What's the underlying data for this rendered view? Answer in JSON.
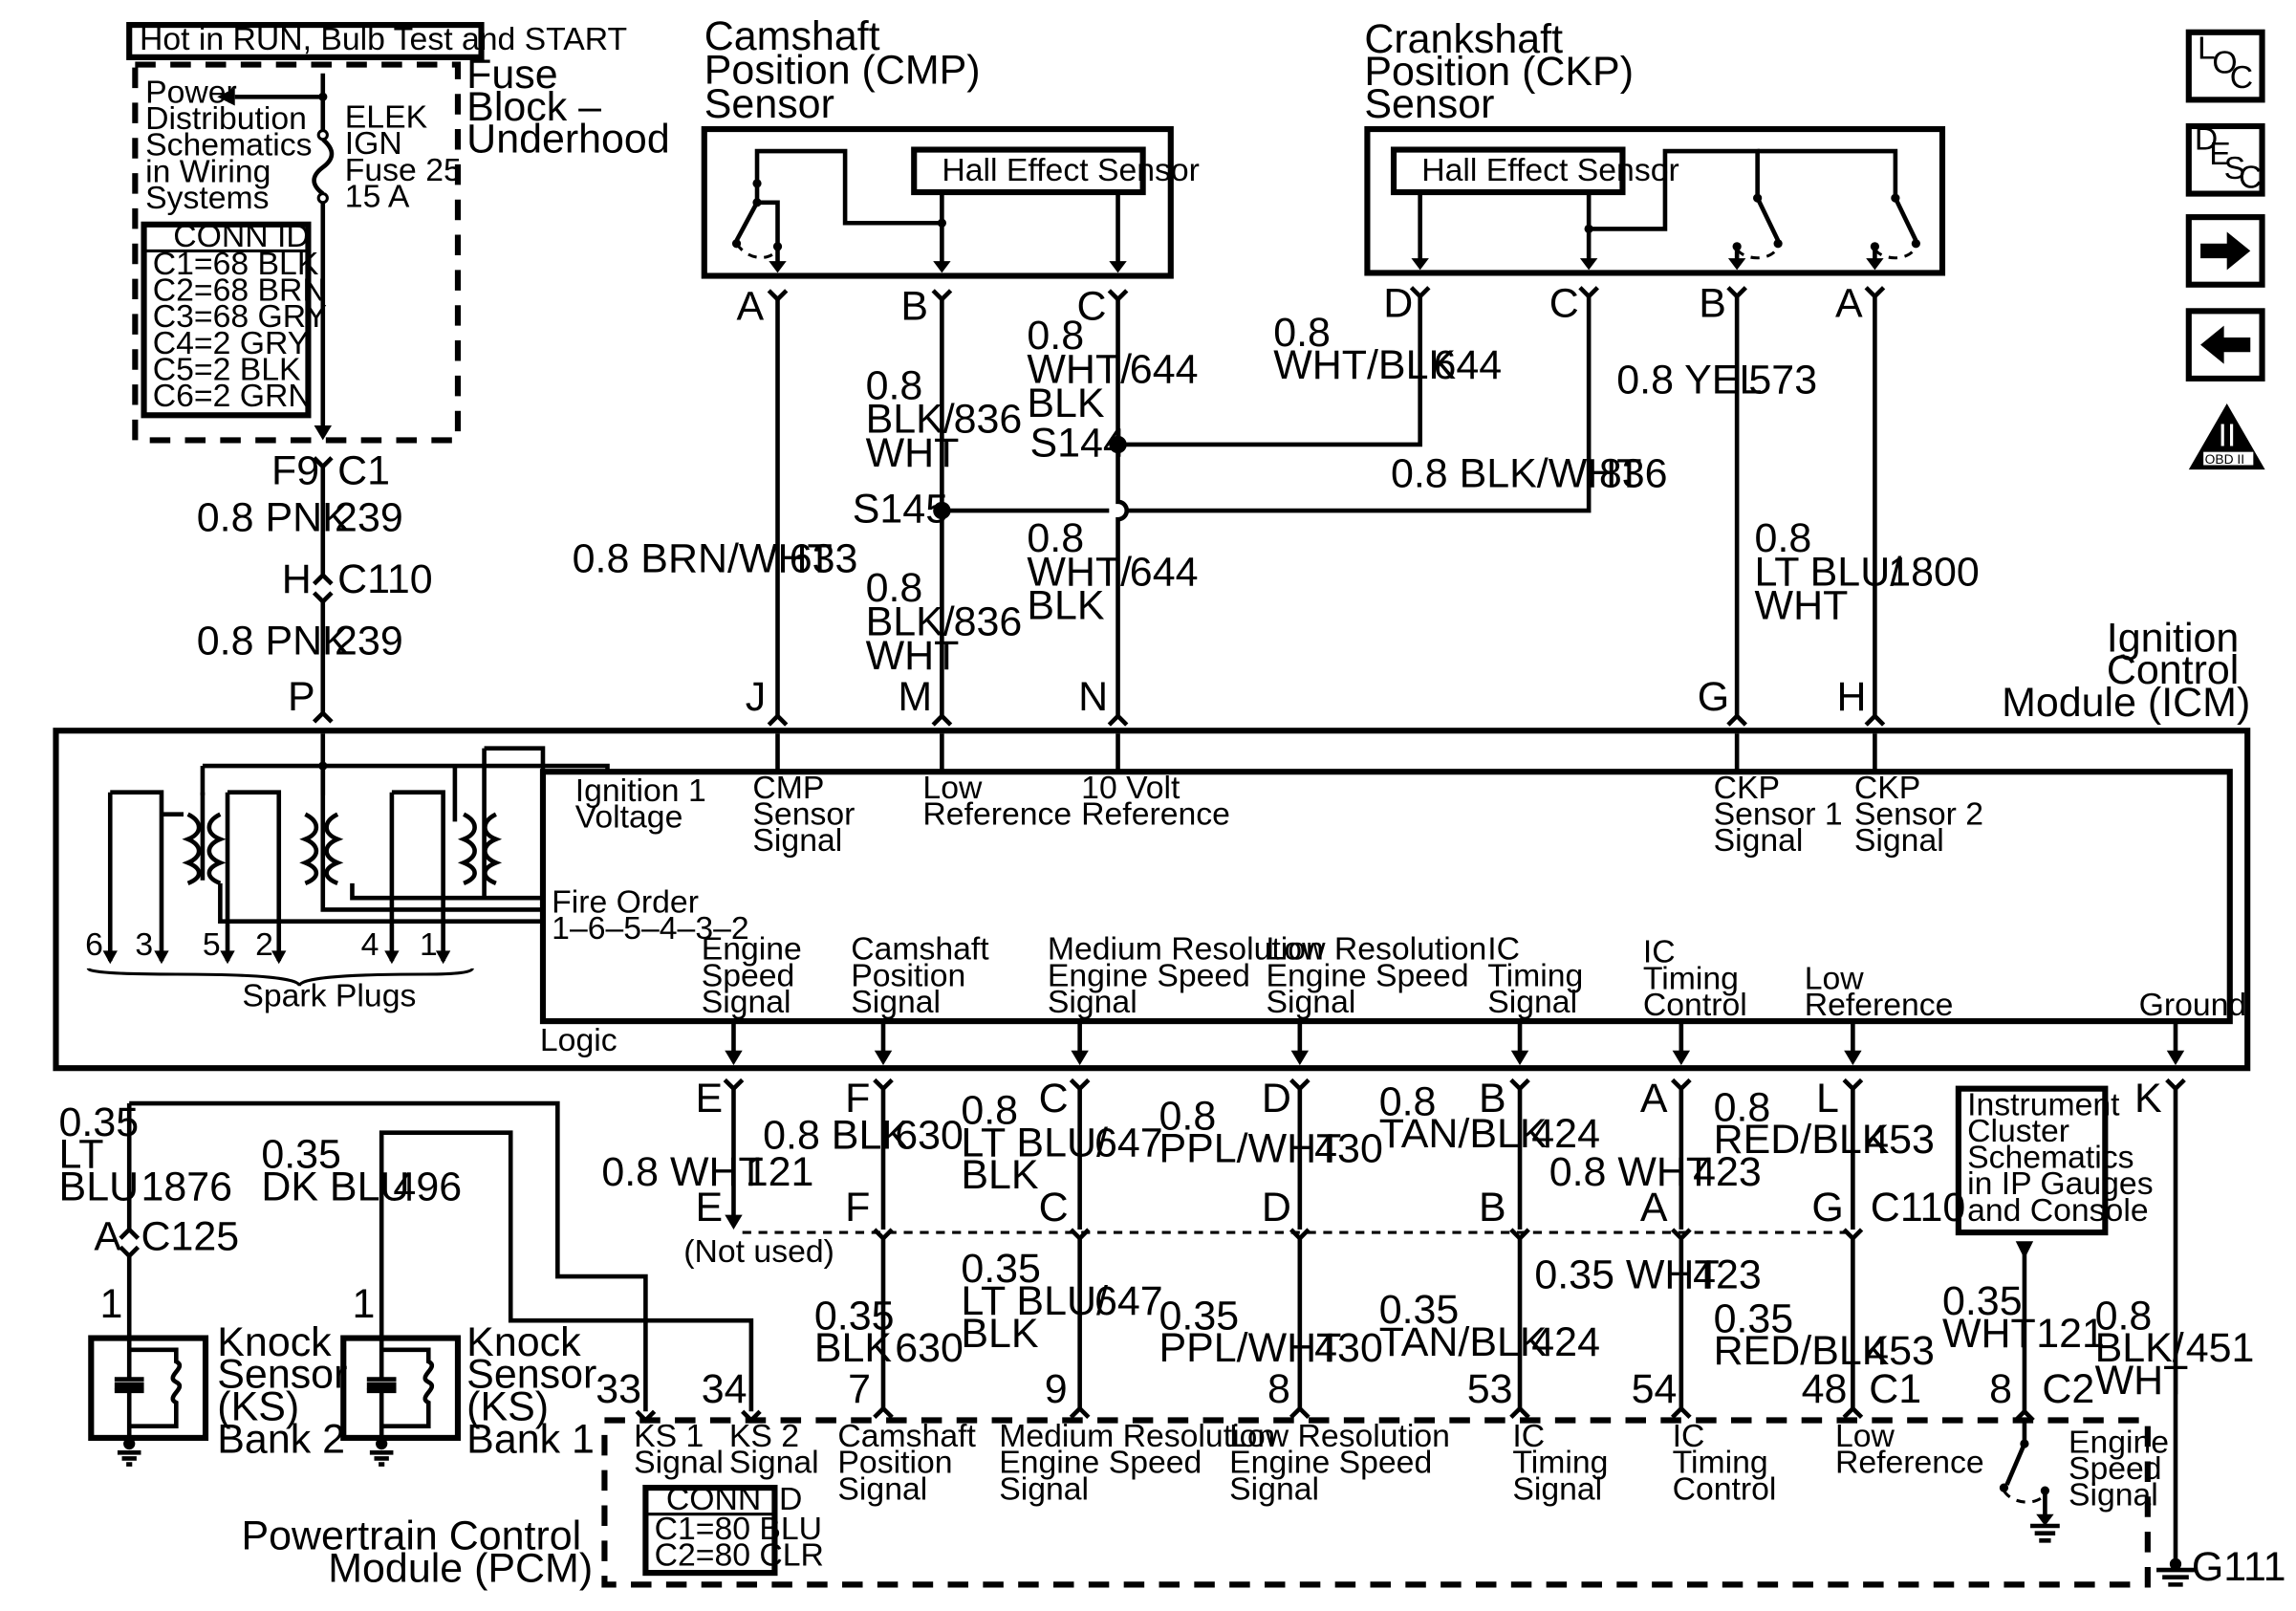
{
  "top_left": {
    "hot_label": "Hot in RUN, Bulb Test and START",
    "power_dist": [
      "Power",
      "Distribution",
      "Schematics",
      "in Wiring",
      "Systems"
    ],
    "fuse_name": [
      "ELEK",
      "IGN",
      "Fuse 25",
      "15 A"
    ],
    "fuse_block": [
      "Fuse",
      "Block –",
      "Underhood"
    ],
    "conn_id_title": "CONN ID",
    "conn_ids": [
      "C1=68 BLK",
      "C2=68 BRN",
      "C3=68 GRY",
      "C4=2 GRY",
      "C5=2 BLK",
      "C6=2 GRN"
    ]
  },
  "cmp_sensor": {
    "title": [
      "Camshaft",
      "Position (CMP)",
      "Sensor"
    ],
    "inner": "Hall Effect Sensor",
    "pins": [
      "A",
      "B",
      "C"
    ]
  },
  "ckp_sensor": {
    "title": [
      "Crankshaft",
      "Position (CKP)",
      "Sensor"
    ],
    "inner": "Hall Effect Sensor",
    "pins": [
      "D",
      "C",
      "B",
      "A"
    ]
  },
  "side_icons": {
    "loc": [
      "L",
      "O",
      "C"
    ],
    "desc": [
      "D",
      "E",
      "S",
      "C"
    ],
    "obd": [
      "II",
      "OBD II"
    ]
  },
  "upper_wires": {
    "f9": "F9",
    "c1": "C1",
    "pnk_a": "0.8 PNK",
    "pnk_a_num": "239",
    "h": "H",
    "c110": "C110",
    "pnk_b": "0.8 PNK",
    "pnk_b_num": "239",
    "p": "P",
    "brnwht": "0.8 BRN/WHT",
    "brnwht_num": "633",
    "blkwht_a": [
      "0.8",
      "BLK/",
      "WHT"
    ],
    "blkwht_a_num": "836",
    "s145": "S145",
    "blkwht_b": [
      "0.8",
      "BLK/",
      "WHT"
    ],
    "blkwht_b_num": "836",
    "whtblk_a": [
      "0.8",
      "WHT/",
      "BLK"
    ],
    "whtblk_a_num": "644",
    "s144": "S144",
    "whtblk_b": [
      "0.8",
      "WHT/",
      "BLK"
    ],
    "whtblk_b_num": "644",
    "whtblk_c": [
      "0.8",
      "WHT/BLK"
    ],
    "whtblk_c_num": "644",
    "blkwht_c": "0.8 BLK/WHT",
    "blkwht_c_num": "836",
    "yel": "0.8 YEL",
    "yel_num": "573",
    "ltbluwht": [
      "0.8",
      "LT BLU/",
      "WHT"
    ],
    "ltbluwht_num": "1800",
    "icm_pins": [
      "J",
      "M",
      "N",
      "G",
      "H"
    ]
  },
  "icm": {
    "title": [
      "Ignition",
      "Control",
      "Module (ICM)"
    ],
    "top_labels": [
      [
        "Ignition 1",
        "Voltage"
      ],
      [
        "CMP",
        "Sensor",
        "Signal"
      ],
      [
        "Low",
        "Reference"
      ],
      [
        "10 Volt",
        "Reference"
      ],
      [
        "CKP",
        "Sensor 1",
        "Signal"
      ],
      [
        "CKP",
        "Sensor 2",
        "Signal"
      ]
    ],
    "fire_order": [
      "Fire Order",
      "1–6–5–4–3–2"
    ],
    "plug_numbers": [
      "6",
      "3",
      "5",
      "2",
      "4",
      "1"
    ],
    "spark_plugs": "Spark Plugs",
    "logic": "Logic",
    "bottom_labels": [
      [
        "Engine",
        "Speed",
        "Signal"
      ],
      [
        "Camshaft",
        "Position",
        "Signal"
      ],
      [
        "Medium Resolution",
        "Engine Speed",
        "Signal"
      ],
      [
        "Low Resolution",
        "Engine Speed",
        "Signal"
      ],
      [
        "IC",
        "Timing",
        "Signal"
      ],
      [
        "IC",
        "Timing",
        "Control"
      ],
      [
        "Low",
        "Reference"
      ],
      [
        "Ground"
      ]
    ]
  },
  "lower_wires": {
    "pins_top": [
      "E",
      "F",
      "C",
      "D",
      "B",
      "A",
      "L",
      "K"
    ],
    "pins_mid": [
      "E",
      "F",
      "C",
      "D",
      "B",
      "A",
      "G"
    ],
    "c110": "C110",
    "not_used": "(Not used)",
    "wht121": "0.8 WHT",
    "wht121_num": "121",
    "blk630": "0.8 BLK",
    "blk630_num": "630",
    "ltblublk647": [
      "0.8",
      "LT BLU/",
      "BLK"
    ],
    "ltblublk647_num": "647",
    "pplwht430": [
      "0.8",
      "PPL/WHT"
    ],
    "pplwht430_num": "430",
    "tanblk424": [
      "0.8",
      "TAN/BLK"
    ],
    "tanblk424_num": "424",
    "wht423": "0.8 WHT",
    "wht423_num": "423",
    "redblk453": [
      "0.8",
      "RED/BLK"
    ],
    "redblk453_num": "453",
    "blk630b": [
      "0.35",
      "BLK"
    ],
    "blk630b_num": "630",
    "ltblublk647b": [
      "0.35",
      "LT BLU/",
      "BLK"
    ],
    "ltblublk647b_num": "647",
    "pplwht430b": [
      "0.35",
      "PPL/WHT"
    ],
    "pplwht430b_num": "430",
    "tanblk424b": [
      "0.35",
      "TAN/BLK"
    ],
    "tanblk424b_num": "424",
    "wht423b": "0.35 WHT",
    "wht423b_num": "423",
    "redblk453b": [
      "0.35",
      "RED/BLK"
    ],
    "redblk453b_num": "453",
    "wht121b": [
      "0.35",
      "WHT"
    ],
    "wht121b_num": "121",
    "blkwht451": [
      "0.8",
      "BLK/",
      "WHT"
    ],
    "blkwht451_num": "451",
    "instrument": [
      "Instrument",
      "Cluster",
      "Schematics",
      "in IP Gauges",
      "and Console"
    ],
    "g111": "G111",
    "ks_bank2": {
      "wire": [
        "0.35",
        "LT",
        "BLU"
      ],
      "num": "1876",
      "pin_a": "A",
      "conn": "C125",
      "pin1": "1",
      "label": [
        "Knock",
        "Sensor",
        "(KS)",
        "Bank 2"
      ]
    },
    "ks_bank1": {
      "wire": [
        "0.35",
        "DK BLU"
      ],
      "num": "496",
      "pin1": "1",
      "label": [
        "Knock",
        "Sensor",
        "(KS)",
        "Bank 1"
      ]
    }
  },
  "pcm": {
    "title": [
      "Powertrain Control",
      "Module (PCM)"
    ],
    "pins": [
      "33",
      "34",
      "7",
      "9",
      "8",
      "53",
      "54",
      "48",
      "C1",
      "8",
      "C2"
    ],
    "labels": [
      [
        "KS 1",
        "Signal"
      ],
      [
        "KS 2",
        "Signal"
      ],
      [
        "Camshaft",
        "Position",
        "Signal"
      ],
      [
        "Medium Resolution",
        "Engine Speed",
        "Signal"
      ],
      [
        "Low Resolution",
        "Engine Speed",
        "Signal"
      ],
      [
        "IC",
        "Timing",
        "Signal"
      ],
      [
        "IC",
        "Timing",
        "Control"
      ],
      [
        "Low",
        "Reference"
      ],
      [
        "Engine",
        "Speed",
        "Signal"
      ]
    ],
    "conn_id_title": "CONN ID",
    "conn_ids": [
      "C1=80 BLU",
      "C2=80 CLR"
    ]
  }
}
